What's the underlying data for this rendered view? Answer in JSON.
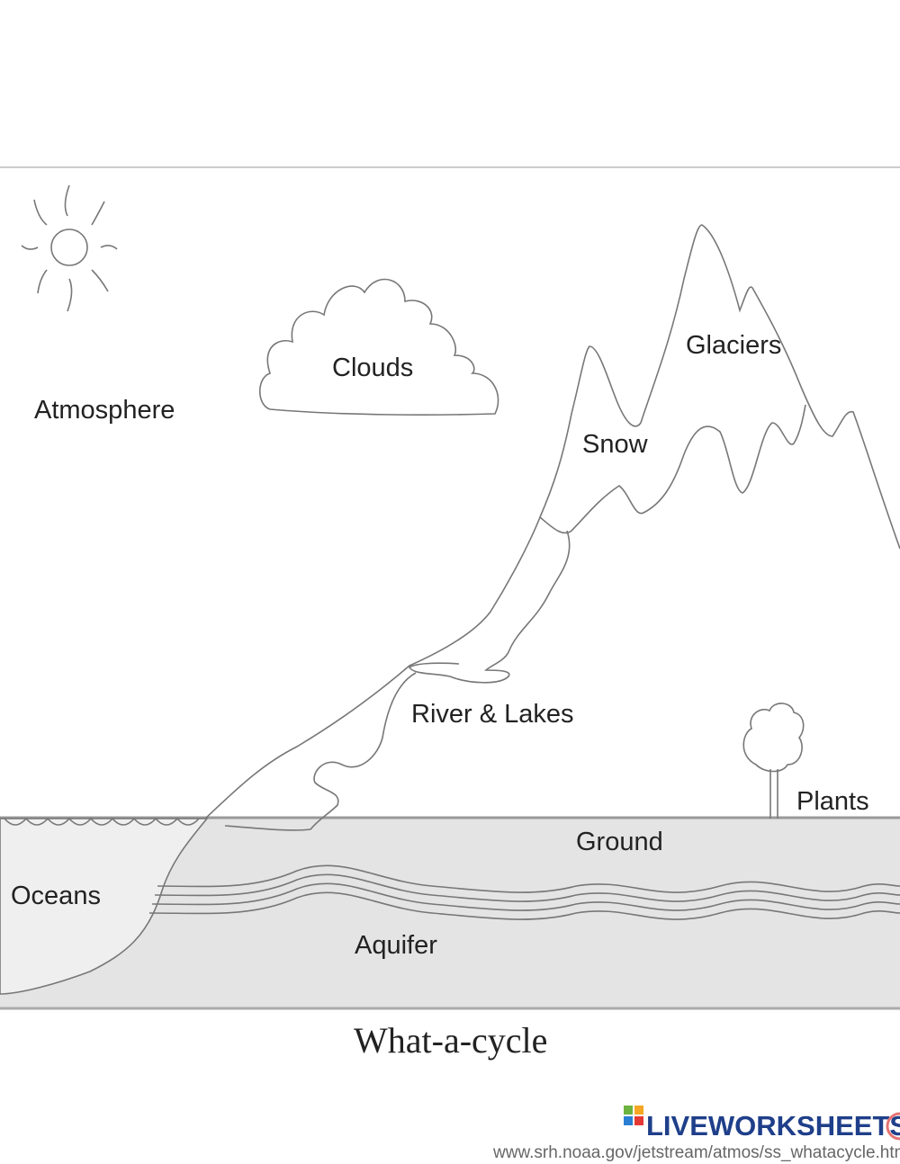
{
  "diagram": {
    "labels": {
      "atmosphere": "Atmosphere",
      "clouds": "Clouds",
      "glaciers": "Glaciers",
      "snow": "Snow",
      "rivers": "River & Lakes",
      "plants": "Plants",
      "ground": "Ground",
      "oceans": "Oceans",
      "aquifer": "Aquifer"
    },
    "title": "What-a-cycle",
    "source_url": "www.srh.noaa.gov/jetstream/atmos/ss_whatacycle.htm"
  },
  "watermark": {
    "brand": "LIVEWORKSHEETS",
    "logo_letters": [
      "L",
      "I",
      "V",
      "E"
    ]
  },
  "colors": {
    "ground": "#e4e4e4",
    "ocean": "#efefef",
    "line": "#777777",
    "brand": "#1f3f8a"
  }
}
